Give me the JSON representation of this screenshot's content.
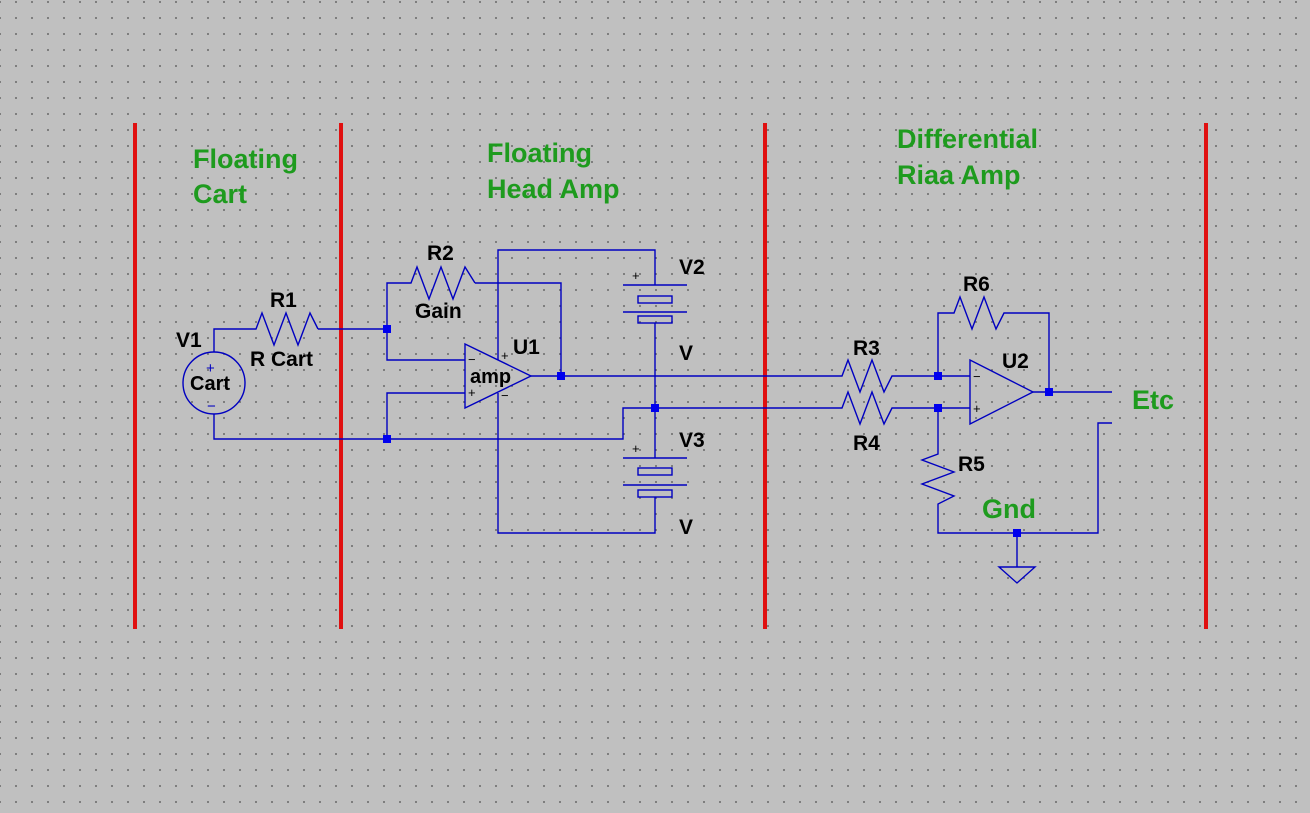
{
  "sections": {
    "floating_cart": [
      "Floating",
      "Cart"
    ],
    "floating_head_amp": [
      "Floating",
      "Head Amp"
    ],
    "differential_riaa_amp": [
      "Differential",
      "Riaa Amp"
    ]
  },
  "components": {
    "v1": {
      "name": "V1",
      "value": "Cart"
    },
    "r1": {
      "name": "R1",
      "value": "R Cart"
    },
    "r2": {
      "name": "R2",
      "value": "Gain"
    },
    "u1": {
      "name": "U1",
      "value": "amp"
    },
    "v2": {
      "name": "V2",
      "value": "V"
    },
    "v3": {
      "name": "V3",
      "value": "V"
    },
    "r3": {
      "name": "R3"
    },
    "r4": {
      "name": "R4"
    },
    "r5": {
      "name": "R5"
    },
    "r6": {
      "name": "R6"
    },
    "u2": {
      "name": "U2"
    }
  },
  "net_labels": {
    "output": "Etc",
    "ground": "Gnd"
  },
  "colors": {
    "background": "#c0c0c0",
    "wire": "#0000c0",
    "section_text": "#1e9b1e",
    "divider": "#e01010"
  }
}
